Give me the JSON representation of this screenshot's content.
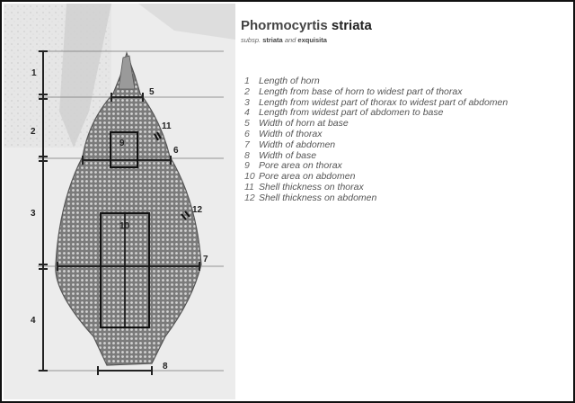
{
  "title": {
    "genus": "Phormocyrtis",
    "species": "striata"
  },
  "subtitle": {
    "prefix": "subsp.",
    "sub1": "striata",
    "joiner": "and",
    "sub2": "exquisita"
  },
  "markers": [
    "1",
    "2",
    "3",
    "4",
    "5",
    "6",
    "7",
    "8",
    "9",
    "10",
    "11",
    "12"
  ],
  "legend": [
    {
      "num": "1",
      "text": "Length of horn"
    },
    {
      "num": "2",
      "text": "Length from base of horn to widest part of thorax"
    },
    {
      "num": "3",
      "text": "Length from widest part of thorax to widest part of abdomen"
    },
    {
      "num": "4",
      "text": "Length from widest part of abdomen to base"
    },
    {
      "num": "5",
      "text": "Width of horn at base"
    },
    {
      "num": "6",
      "text": "Width of thorax"
    },
    {
      "num": "7",
      "text": "Width of abdomen"
    },
    {
      "num": "8",
      "text": "Width of base"
    },
    {
      "num": "9",
      "text": "Pore area on thorax"
    },
    {
      "num": "10",
      "text": "Pore area on abdomen"
    },
    {
      "num": "11",
      "text": "Shell thickness on thorax"
    },
    {
      "num": "12",
      "text": "Shell thickness on abdomen"
    }
  ]
}
